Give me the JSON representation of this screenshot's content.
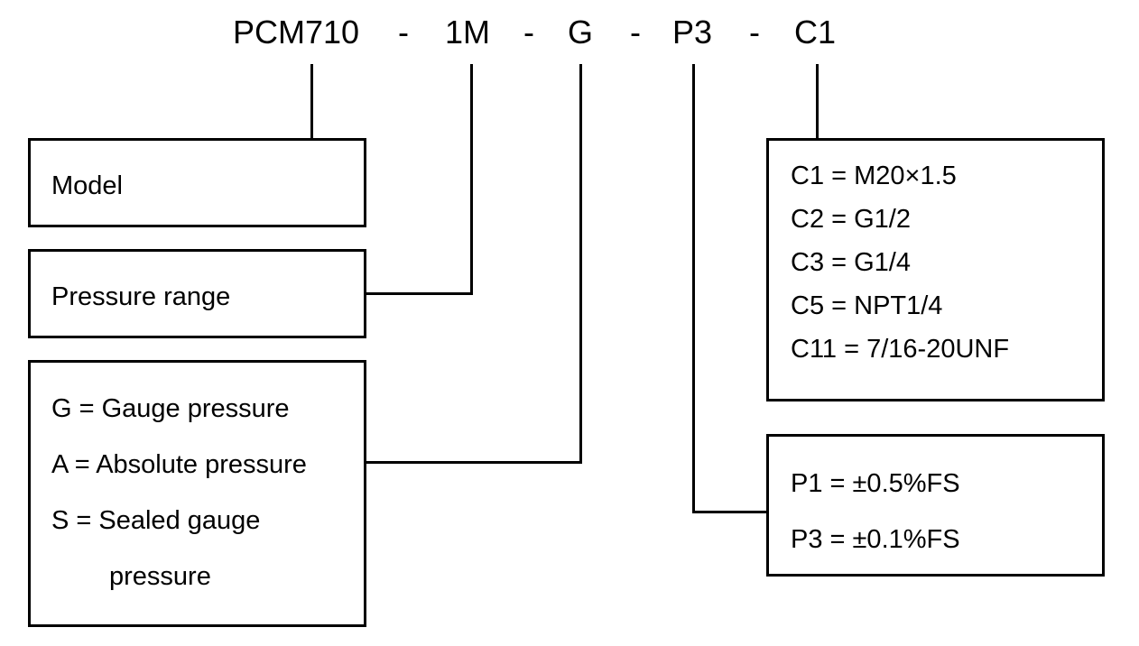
{
  "code": {
    "model": "PCM710",
    "sep1": "-",
    "range": "1M",
    "sep2": "-",
    "type": "G",
    "sep3": "-",
    "accuracy": "P3",
    "sep4": "-",
    "connection": "C1"
  },
  "boxes": {
    "model": {
      "label": "Model"
    },
    "range": {
      "label": "Pressure range"
    },
    "type": {
      "items": [
        "G = Gauge pressure",
        "A = Absolute pressure",
        "S = Sealed gauge",
        "pressure"
      ]
    },
    "connection": {
      "items": [
        "C1 = M20×1.5",
        "C2 = G1/2",
        "C3 = G1/4",
        "C5 = NPT1/4",
        "C11 = 7/16-20UNF"
      ]
    },
    "accuracy": {
      "items": [
        "P1 = ±0.5%FS",
        "P3 = ±0.1%FS"
      ]
    }
  }
}
